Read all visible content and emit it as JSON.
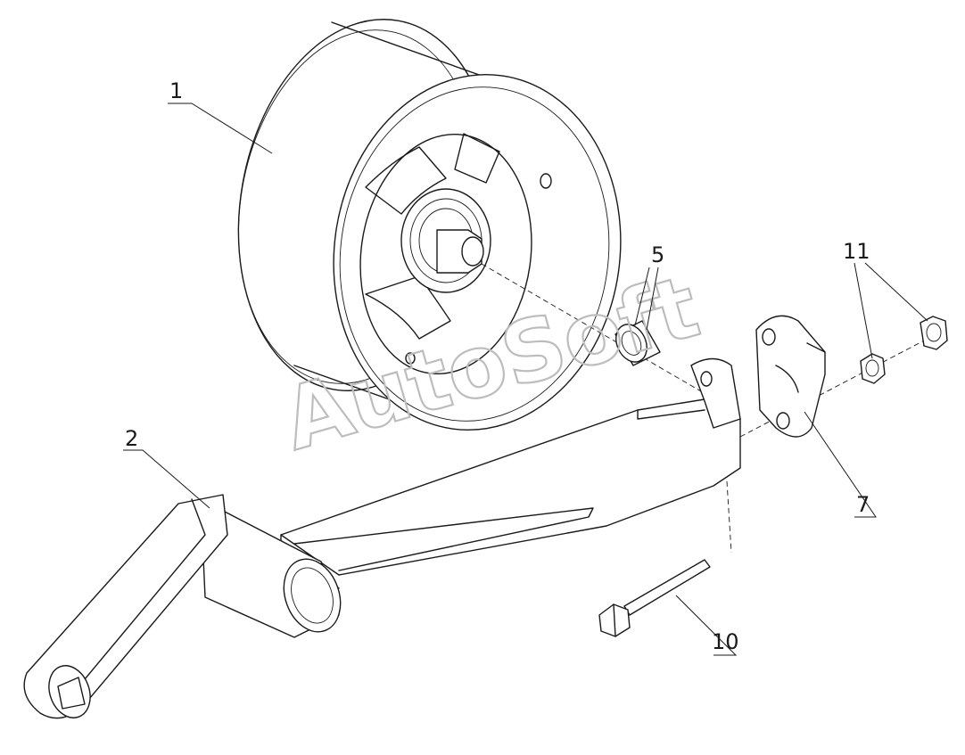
{
  "watermark": "AutoSoft",
  "callouts": [
    {
      "id": "1",
      "label": "1"
    },
    {
      "id": "2",
      "label": "2"
    },
    {
      "id": "5",
      "label": "5"
    },
    {
      "id": "7",
      "label": "7"
    },
    {
      "id": "10",
      "label": "10"
    },
    {
      "id": "11",
      "label": "11"
    }
  ]
}
